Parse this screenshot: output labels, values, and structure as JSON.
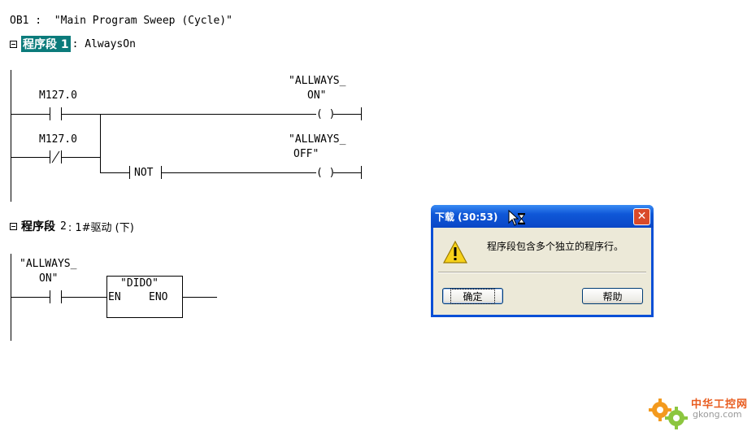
{
  "block_header": "OB1 :  \"Main Program Sweep (Cycle)\"",
  "network1": {
    "title": "程序段 1",
    "comment": ": AlwaysOn",
    "contact1_addr": "M127.0",
    "contact2_addr": "M127.0",
    "coil1_label_l1": "\"ALLWAYS_",
    "coil1_label_l2": "ON\"",
    "coil2_label_l1": "\"ALLWAYS_",
    "coil2_label_l2": "OFF\"",
    "coil_symbol": "( )",
    "not_label": "NOT"
  },
  "network2": {
    "title": "程序段",
    "number": "2",
    "comment": ": 1#驱动 (下)",
    "contact_label_l1": "\"ALLWAYS_",
    "contact_label_l2": "ON\"",
    "block_name": "\"DIDO\"",
    "en": "EN",
    "eno": "ENO"
  },
  "dialog": {
    "title": "下载 (30:53)",
    "message": "程序段包含多个独立的程序行。",
    "ok_label": "确定",
    "help_label": "帮助",
    "close_symbol": "✕"
  },
  "watermark": {
    "cn": "中华工控网",
    "url": "gkong.com"
  }
}
